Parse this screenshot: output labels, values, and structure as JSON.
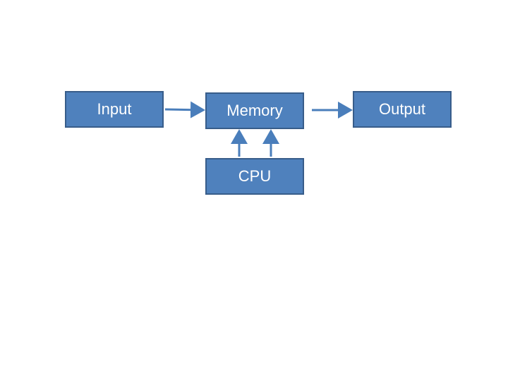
{
  "diagram": {
    "nodes": {
      "input": "Input",
      "memory": "Memory",
      "output": "Output",
      "cpu": "CPU"
    },
    "edges": [
      {
        "from": "input",
        "to": "memory"
      },
      {
        "from": "memory",
        "to": "output"
      },
      {
        "from": "cpu",
        "to": "memory"
      },
      {
        "from": "cpu",
        "to": "memory"
      }
    ],
    "colors": {
      "box_fill": "#4f81bd",
      "box_border": "#385d8a",
      "arrow": "#4a7ebb",
      "text": "#ffffff"
    }
  }
}
